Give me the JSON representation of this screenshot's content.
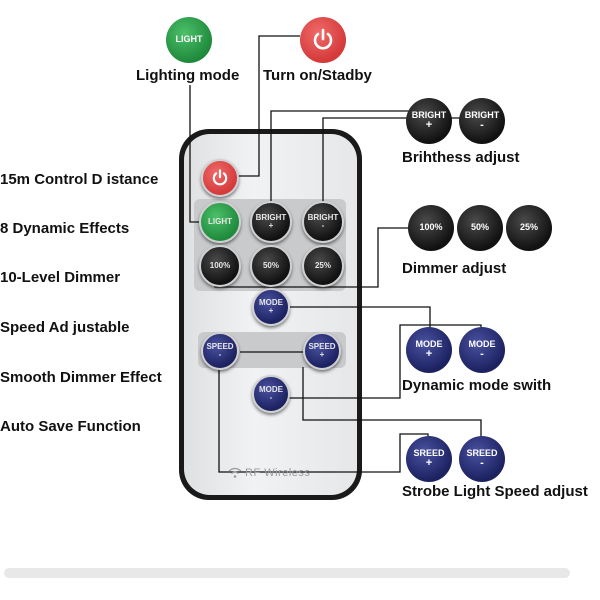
{
  "features": [
    "15m Control D istance",
    "8 Dynamic Effects",
    "10-Level Dimmer",
    "Speed Ad justable",
    "Smooth Dimmer Effect",
    "Auto Save Function"
  ],
  "top": {
    "light_button": "LIGHT",
    "lighting_caption": "Lighting mode",
    "power_caption": "Turn on/Stadby"
  },
  "bright": {
    "caption": "Brihthess adjust",
    "plus_label": "BRIGHT",
    "plus_sign": "+",
    "minus_label": "BRIGHT",
    "minus_sign": "-"
  },
  "dimmer": {
    "caption": "Dimmer adjust",
    "levels": [
      "100%",
      "50%",
      "25%"
    ]
  },
  "mode": {
    "caption": "Dynamic mode swith",
    "plus_label": "MODE",
    "plus_sign": "+",
    "minus_label": "MODE",
    "minus_sign": "-"
  },
  "strobe": {
    "caption": "Strobe Light Speed adjust",
    "plus_label": "SREED",
    "plus_sign": "+",
    "minus_label": "SREED",
    "minus_sign": "-"
  },
  "remote": {
    "light": "LIGHT",
    "bright_plus": "BRIGHT",
    "bright_minus": "BRIGHT",
    "bright_plus_sign": "+",
    "bright_minus_sign": "-",
    "level_100": "100%",
    "level_50": "50%",
    "level_25": "25%",
    "mode_top": "MODE",
    "mode_top_sign": "+",
    "speed_left": "SPEED",
    "speed_left_sign": "-",
    "speed_right": "SPEED",
    "speed_right_sign": "+",
    "mode_bottom": "MODE",
    "mode_bottom_sign": "-",
    "rf_label": "RF Wireless"
  },
  "colors": {
    "power_red": "#d43a3a",
    "light_green": "#1f8a3c",
    "mode_navy": "#1c2160",
    "button_dark": "#111111"
  }
}
